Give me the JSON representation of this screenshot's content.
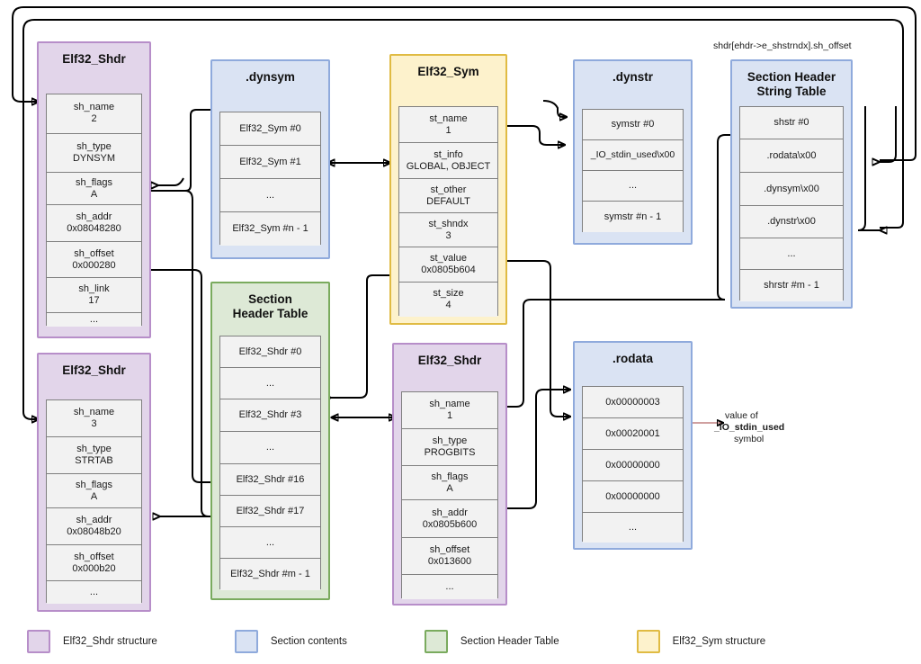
{
  "annotations": {
    "shstrndx_offset": "shdr[ehdr->e_shstrndx].sh_offset",
    "rodata_value_line1": "value of",
    "rodata_value_line2": "_IO_stdin_used",
    "rodata_value_line3": "symbol"
  },
  "colors": {
    "purple_fill": "#e2d5ea",
    "purple_border": "#b78ec9",
    "blue_fill": "#dae3f3",
    "blue_border": "#8faadc",
    "green_fill": "#dde9d6",
    "green_border": "#7aab5e",
    "yellow_fill": "#fdf2cc",
    "yellow_border": "#e0bb43",
    "field_fill": "#f2f2f2",
    "field_border": "#7f7f7f",
    "wire": "#000000",
    "thin_wire": "#c08080"
  },
  "boxes": {
    "shdr_dynsym": {
      "title": "Elf32_Shdr",
      "fields": [
        {
          "key": "sh_name",
          "value": "2"
        },
        {
          "key": "sh_type",
          "value": "DYNSYM"
        },
        {
          "key": "sh_flags",
          "value": "A"
        },
        {
          "key": "sh_addr",
          "value": "0x08048280"
        },
        {
          "key": "sh_offset",
          "value": "0x000280"
        },
        {
          "key": "sh_link",
          "value": "17"
        },
        {
          "key": "...",
          "value": ""
        }
      ]
    },
    "shdr_dynstr": {
      "title": "Elf32_Shdr",
      "fields": [
        {
          "key": "sh_name",
          "value": "3"
        },
        {
          "key": "sh_type",
          "value": "STRTAB"
        },
        {
          "key": "sh_flags",
          "value": "A"
        },
        {
          "key": "sh_addr",
          "value": "0x08048b20"
        },
        {
          "key": "sh_offset",
          "value": "0x000b20"
        },
        {
          "key": "...",
          "value": ""
        }
      ]
    },
    "shdr_rodata": {
      "title": "Elf32_Shdr",
      "fields": [
        {
          "key": "sh_name",
          "value": "1"
        },
        {
          "key": "sh_type",
          "value": "PROGBITS"
        },
        {
          "key": "sh_flags",
          "value": "A"
        },
        {
          "key": "sh_addr",
          "value": "0x0805b600"
        },
        {
          "key": "sh_offset",
          "value": "0x013600"
        },
        {
          "key": "...",
          "value": ""
        }
      ]
    },
    "dynsym": {
      "title": ".dynsym",
      "rows": [
        "Elf32_Sym #0",
        "Elf32_Sym #1",
        "...",
        "Elf32_Sym #n - 1"
      ]
    },
    "section_header_table": {
      "title_line1": "Section",
      "title_line2": "Header Table",
      "rows": [
        "Elf32_Shdr #0",
        "...",
        "Elf32_Shdr #3",
        "...",
        "Elf32_Shdr #16",
        "Elf32_Shdr #17",
        "...",
        "Elf32_Shdr #m - 1"
      ]
    },
    "elf32_sym": {
      "title": "Elf32_Sym",
      "fields": [
        {
          "key": "st_name",
          "value": "1"
        },
        {
          "key": "st_info",
          "value": "GLOBAL, OBJECT"
        },
        {
          "key": "st_other",
          "value": "DEFAULT"
        },
        {
          "key": "st_shndx",
          "value": "3"
        },
        {
          "key": "st_value",
          "value": "0x0805b604"
        },
        {
          "key": "st_size",
          "value": "4"
        }
      ]
    },
    "dynstr": {
      "title": ".dynstr",
      "rows": [
        "symstr #0",
        "_IO_stdin_used\\x00",
        "...",
        "symstr #n - 1"
      ]
    },
    "shstrtab": {
      "title_line1": "Section Header",
      "title_line2": "String Table",
      "rows": [
        "shstr #0",
        ".rodata\\x00",
        ".dynsym\\x00",
        ".dynstr\\x00",
        "...",
        "shrstr #m - 1"
      ]
    },
    "rodata": {
      "title": ".rodata",
      "rows": [
        "0x00000003",
        "0x00020001",
        "0x00000000",
        "0x00000000",
        "..."
      ]
    }
  },
  "legend": [
    {
      "swatch": "purple",
      "label": "Elf32_Shdr structure"
    },
    {
      "swatch": "blue",
      "label": "Section contents"
    },
    {
      "swatch": "green",
      "label": "Section Header Table"
    },
    {
      "swatch": "yellow",
      "label": "Elf32_Sym structure"
    }
  ]
}
